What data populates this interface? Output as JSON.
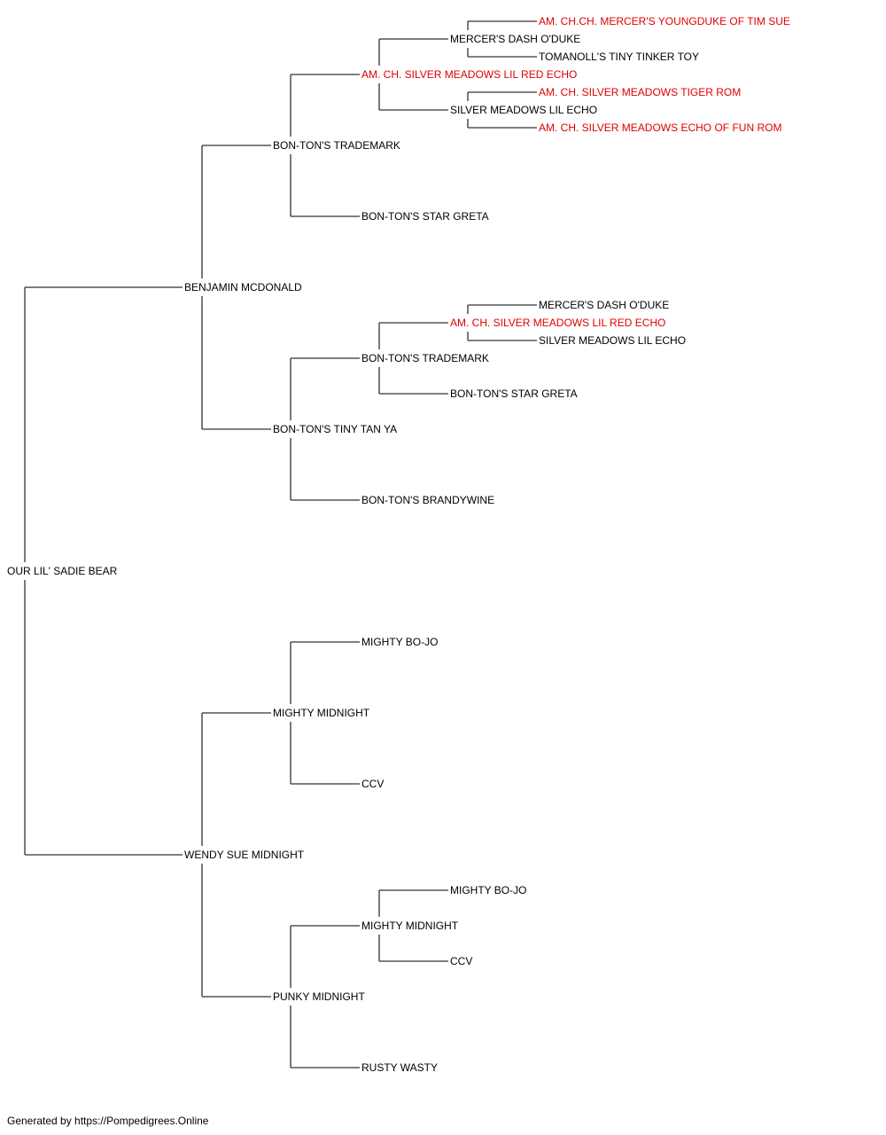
{
  "pedigree": {
    "colors": {
      "champion": "#e00000",
      "normal": "#000000",
      "line": "#333333"
    },
    "root": {
      "name": "OUR LIL' SADIE BEAR",
      "champion": false,
      "sire": {
        "name": "BENJAMIN MCDONALD",
        "champion": false,
        "sire": {
          "name": "BON-TON'S TRADEMARK",
          "champion": false,
          "sire": {
            "name": "AM. CH. SILVER MEADOWS LIL RED ECHO",
            "champion": true,
            "sire": {
              "name": "MERCER'S DASH O'DUKE",
              "champion": false,
              "sire": {
                "name": "AM. CH.CH. MERCER'S YOUNGDUKE OF TIM SUE",
                "champion": true
              },
              "dam": {
                "name": "TOMANOLL'S TINY TINKER TOY",
                "champion": false
              }
            },
            "dam": {
              "name": "SILVER MEADOWS LIL ECHO",
              "champion": false,
              "sire": {
                "name": "AM. CH. SILVER MEADOWS TIGER ROM",
                "champion": true
              },
              "dam": {
                "name": "AM. CH. SILVER MEADOWS ECHO OF FUN ROM",
                "champion": true
              }
            }
          },
          "dam": {
            "name": "BON-TON'S STAR GRETA",
            "champion": false
          }
        },
        "dam": {
          "name": "BON-TON'S TINY TAN YA",
          "champion": false,
          "sire": {
            "name": "BON-TON'S TRADEMARK",
            "champion": false,
            "sire": {
              "name": "AM. CH. SILVER MEADOWS LIL RED ECHO",
              "champion": true,
              "sire": {
                "name": "MERCER'S DASH O'DUKE",
                "champion": false
              },
              "dam": {
                "name": "SILVER MEADOWS LIL ECHO",
                "champion": false
              }
            },
            "dam": {
              "name": "BON-TON'S STAR GRETA",
              "champion": false
            }
          },
          "dam": {
            "name": "BON-TON'S BRANDYWINE",
            "champion": false
          }
        }
      },
      "dam": {
        "name": "WENDY SUE MIDNIGHT",
        "champion": false,
        "sire": {
          "name": "MIGHTY MIDNIGHT",
          "champion": false,
          "sire": {
            "name": "MIGHTY BO-JO",
            "champion": false
          },
          "dam": {
            "name": "CCV",
            "champion": false
          }
        },
        "dam": {
          "name": "PUNKY MIDNIGHT",
          "champion": false,
          "sire": {
            "name": "MIGHTY MIDNIGHT",
            "champion": false,
            "sire": {
              "name": "MIGHTY BO-JO",
              "champion": false
            },
            "dam": {
              "name": "CCV",
              "champion": false
            }
          },
          "dam": {
            "name": "RUSTY WASTY",
            "champion": false
          }
        }
      }
    }
  },
  "footer": {
    "text": "Generated by https://Pompedigrees.Online"
  }
}
